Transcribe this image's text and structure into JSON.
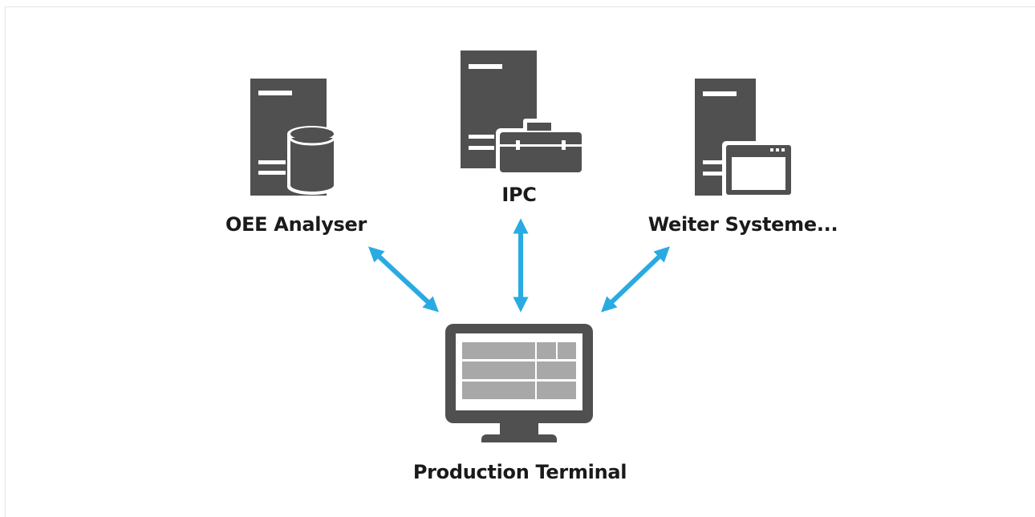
{
  "nodes": {
    "oee": {
      "label": "OEE Analyser",
      "icon": "server-database-icon"
    },
    "ipc": {
      "label": "IPC",
      "icon": "server-toolbox-icon"
    },
    "other": {
      "label": "Weiter Systeme...",
      "icon": "server-window-icon"
    },
    "terminal": {
      "label": "Production Terminal",
      "icon": "monitor-icon"
    }
  },
  "colors": {
    "icon": "#505050",
    "icon_light": "#ffffff",
    "screen_cell": "#a8a8a8",
    "arrow": "#29abe2"
  }
}
